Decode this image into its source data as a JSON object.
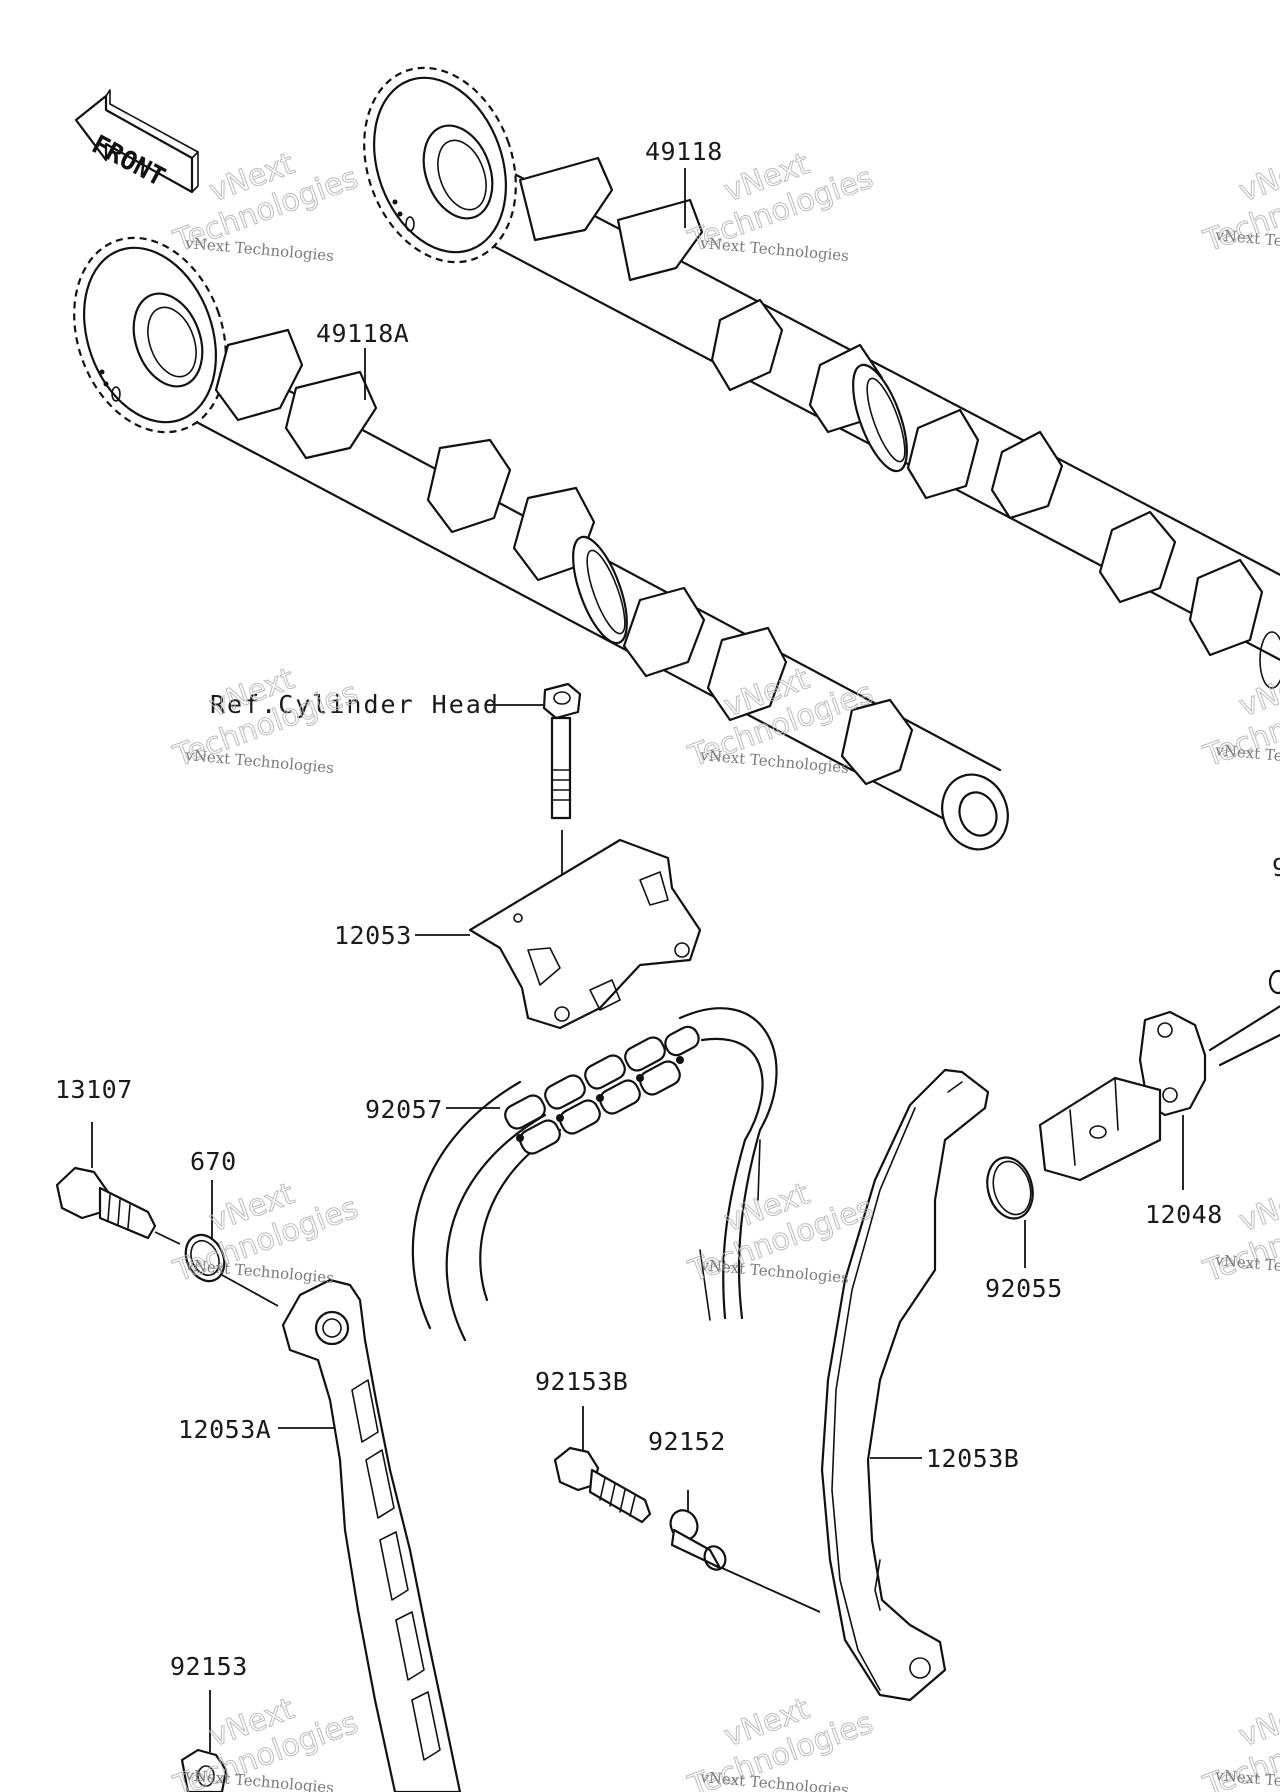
{
  "front_label": "FRONT",
  "ref_label": "Ref.Cylinder Head",
  "parts": {
    "p49118": "49118",
    "p49118A": "49118A",
    "p12053": "12053",
    "p13107": "13107",
    "p670": "670",
    "p92057": "92057",
    "p12048": "12048",
    "p92055": "92055",
    "p12053A": "12053A",
    "p92153B": "92153B",
    "p92152": "92152",
    "p12053B": "12053B",
    "p92153": "92153",
    "p_edge": "9"
  },
  "watermark": {
    "small": "vNext Technologies",
    "big_line1": "vNext",
    "big_line2": "Technologies"
  }
}
